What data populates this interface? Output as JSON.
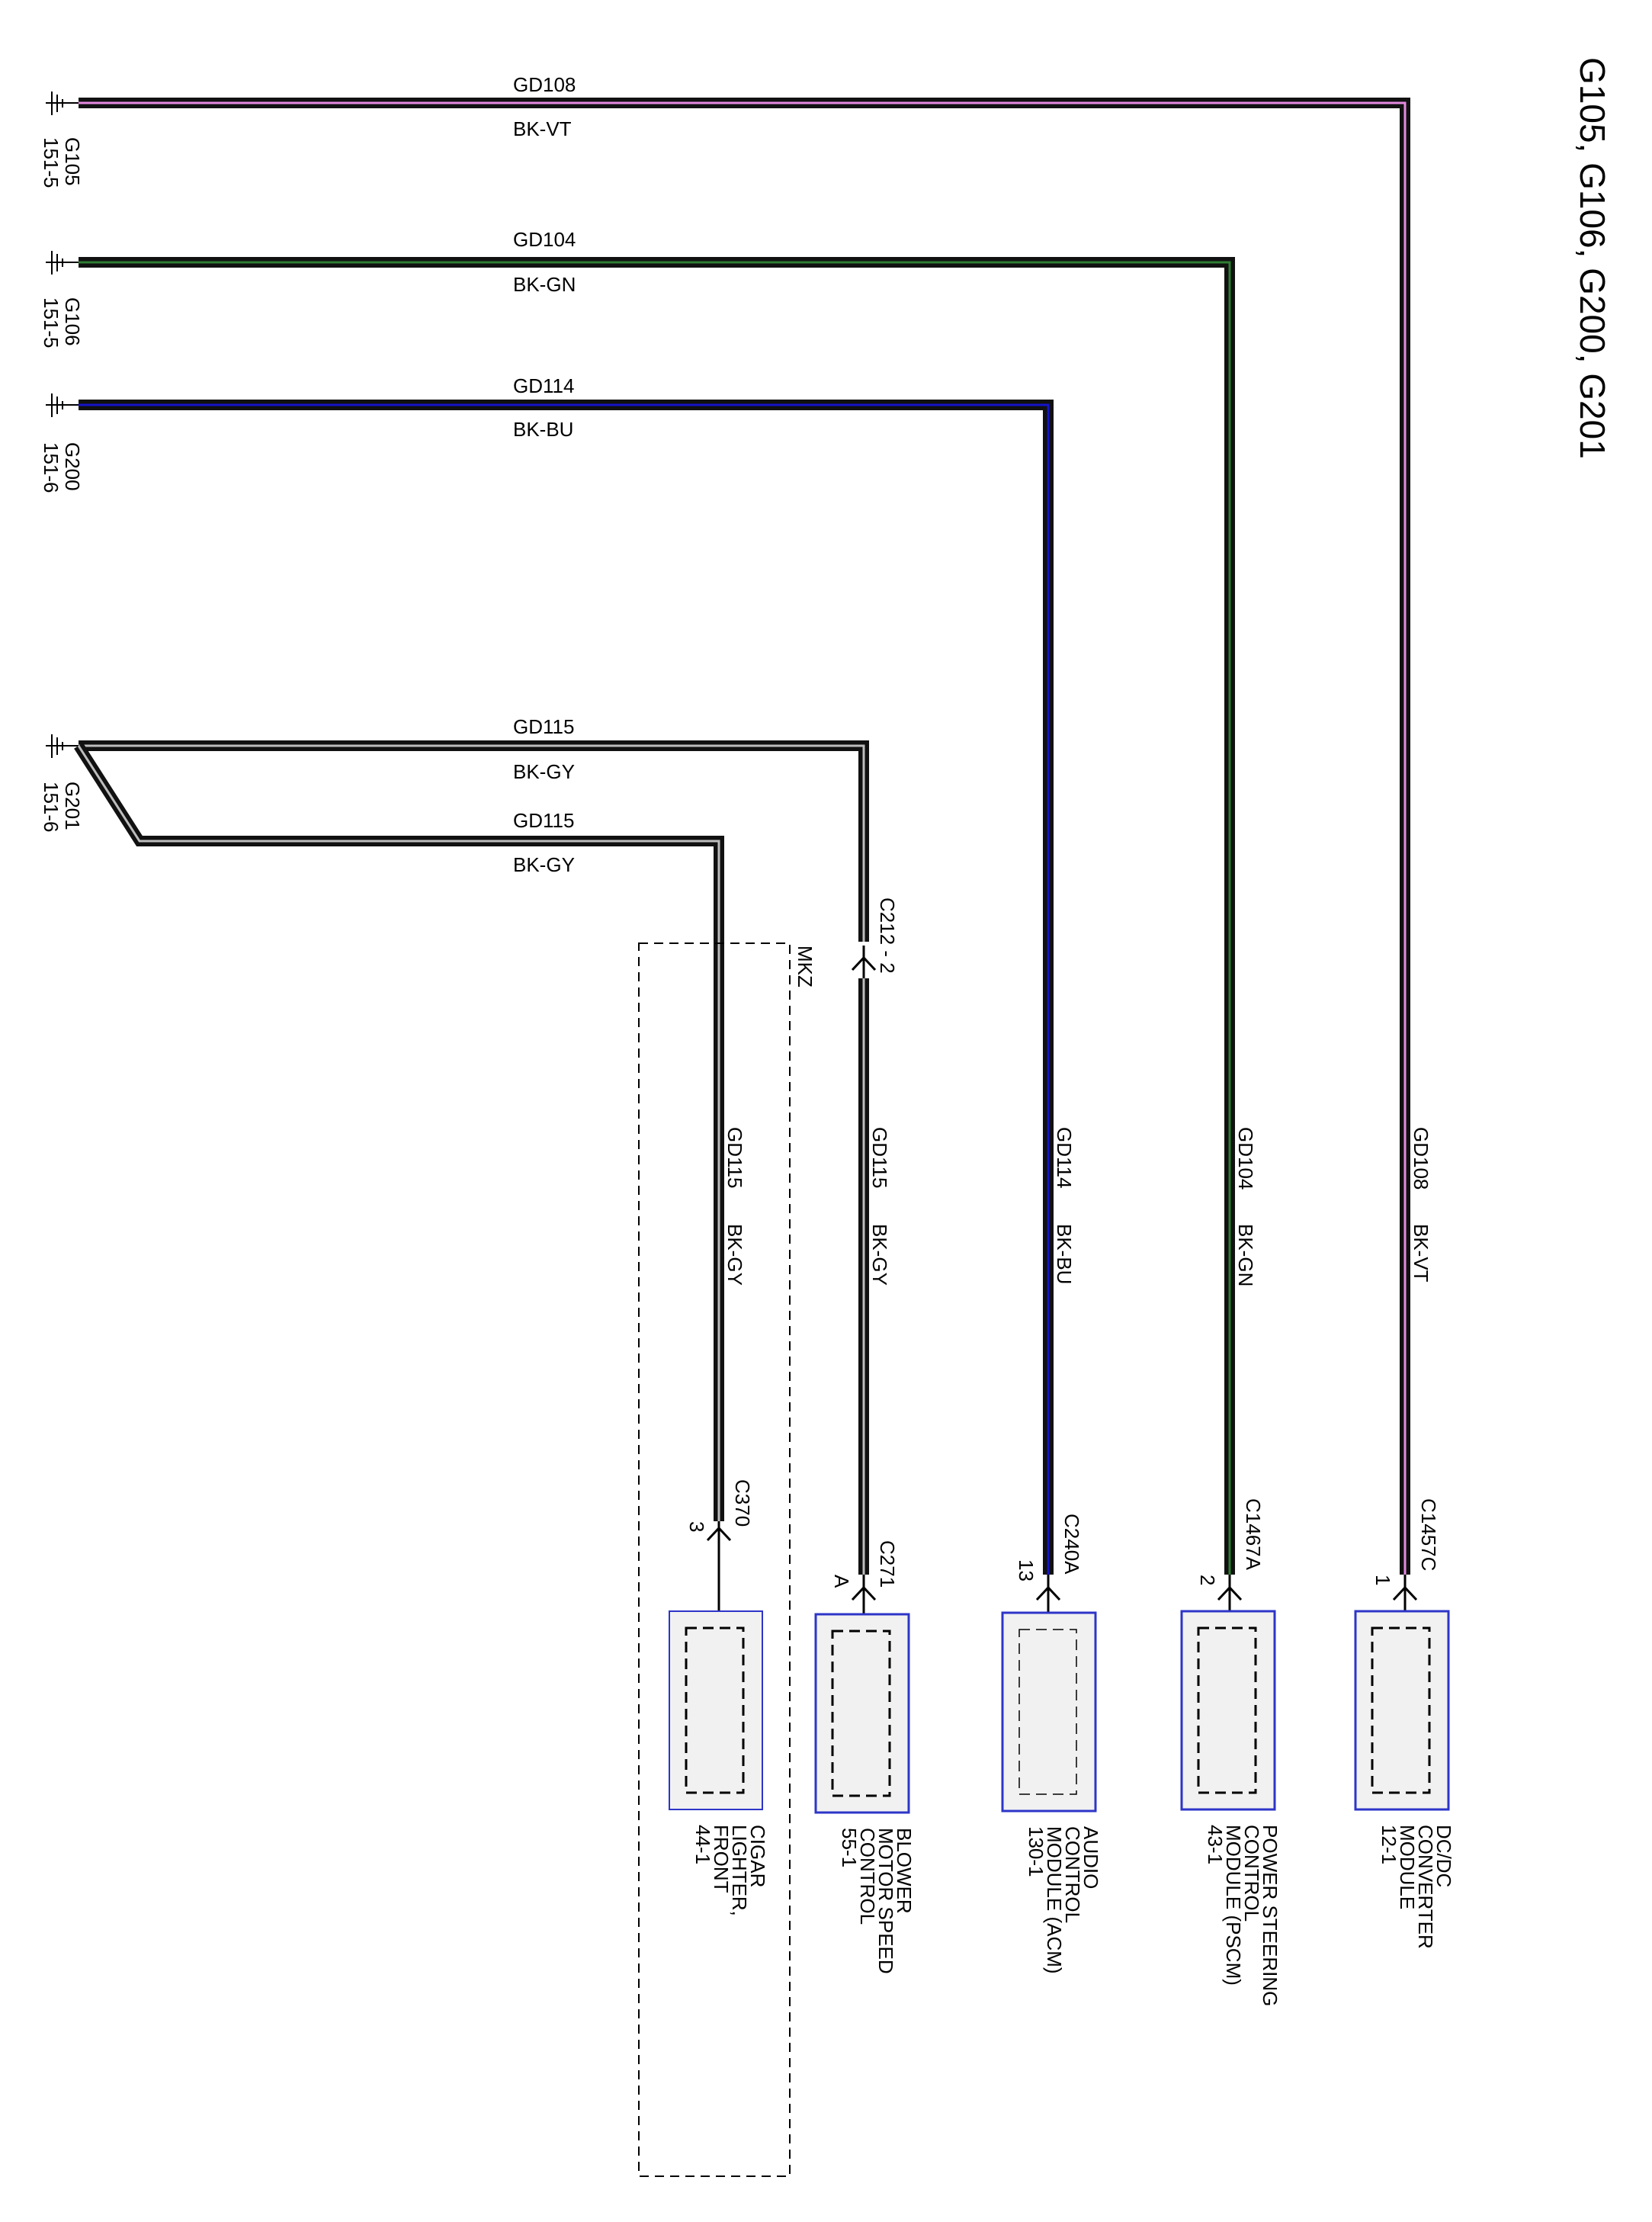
{
  "page_title": "G105, G106, G200, G201",
  "colors": {
    "black": "#111111",
    "violet": "#e58ae0",
    "green": "#2e7d32",
    "blue": "#1414c8",
    "gray": "#bdbdbd",
    "module_border": "#2d35c8",
    "module_fill": "#f1f1f1"
  },
  "grounds": [
    {
      "id": "G105",
      "ref": "151-5"
    },
    {
      "id": "G106",
      "ref": "151-5"
    },
    {
      "id": "G200",
      "ref": "151-6"
    },
    {
      "id": "G201",
      "ref": "151-6"
    }
  ],
  "wires": [
    {
      "circuit": "GD108",
      "color_code": "BK-VT",
      "stripe": "violet"
    },
    {
      "circuit": "GD104",
      "color_code": "BK-GN",
      "stripe": "green"
    },
    {
      "circuit": "GD114",
      "color_code": "BK-BU",
      "stripe": "blue"
    },
    {
      "circuit": "GD115",
      "color_code": "BK-GY",
      "stripe": "gray"
    },
    {
      "circuit": "GD115",
      "color_code": "BK-GY",
      "stripe": "gray"
    }
  ],
  "inline_connector": {
    "id": "C212 - 2"
  },
  "option_box": {
    "label": "MKZ"
  },
  "connectors": [
    {
      "id": "C1457C",
      "pin": "1"
    },
    {
      "id": "C1467A",
      "pin": "2"
    },
    {
      "id": "C240A",
      "pin": "13"
    },
    {
      "id": "C271",
      "pin": "A"
    },
    {
      "id": "C370",
      "pin": "3"
    }
  ],
  "modules": [
    {
      "lines": [
        "DC/DC",
        "CONVERTER",
        "MODULE",
        "12-1"
      ]
    },
    {
      "lines": [
        "POWER STEERING",
        "CONTROL",
        "MODULE (PSCM)",
        "43-1"
      ]
    },
    {
      "lines": [
        "AUDIO",
        "CONTROL",
        "MODULE (ACM)",
        "130-1"
      ]
    },
    {
      "lines": [
        "BLOWER",
        "MOTOR SPEED",
        "CONTROL",
        "55-1"
      ]
    },
    {
      "lines": [
        "CIGAR",
        "LIGHTER,",
        "FRONT",
        "44-1"
      ]
    }
  ]
}
